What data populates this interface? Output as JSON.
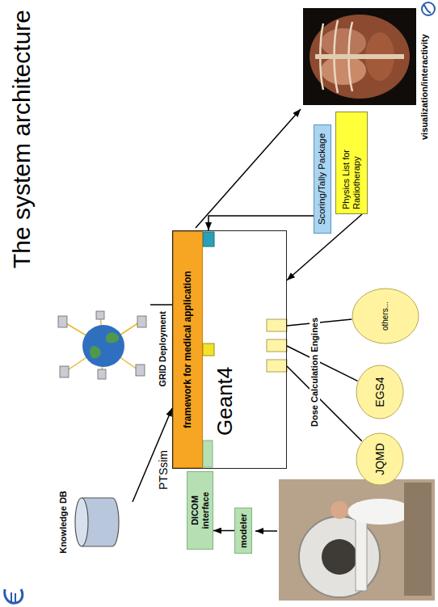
{
  "diagram": {
    "title": "The system architecture",
    "nodes": [
      {
        "text": [
          "Knowledge DB"
        ]
      },
      {
        "text": [
          "Geant4"
        ]
      },
      {
        "text": [
          "framework for medical application"
        ],
        "in": 1
      },
      {
        "text": [
          "Scoring/Tally Package"
        ]
      },
      {
        "text": [
          "Physics List for Radiotherapy"
        ]
      },
      {
        "text": [
          "DICOM interface"
        ]
      },
      {
        "text": [
          "modeler"
        ]
      },
      {
        "text": [
          "JQMD"
        ]
      },
      {
        "text": [
          "EGS4"
        ]
      },
      {
        "text": [
          "others..."
        ]
      }
    ],
    "edges": [
      {
        "from": 0,
        "to": 2,
        "arrow": "to"
      },
      {
        "from": 3,
        "to": 1,
        "arrow": "to"
      },
      {
        "from": 4,
        "to": 1,
        "arrow": "to"
      },
      {
        "from": 6,
        "to": 5,
        "arrow": "to"
      },
      {
        "from": 1,
        "to": 7,
        "arrow": "none"
      },
      {
        "from": 1,
        "to": 8,
        "arrow": "none"
      },
      {
        "from": 1,
        "to": 9,
        "arrow": "none"
      }
    ],
    "labels": [
      "PTSsim",
      "GRID Deployment",
      "visualization/interactivity",
      "Dose Calculation Engines"
    ]
  }
}
